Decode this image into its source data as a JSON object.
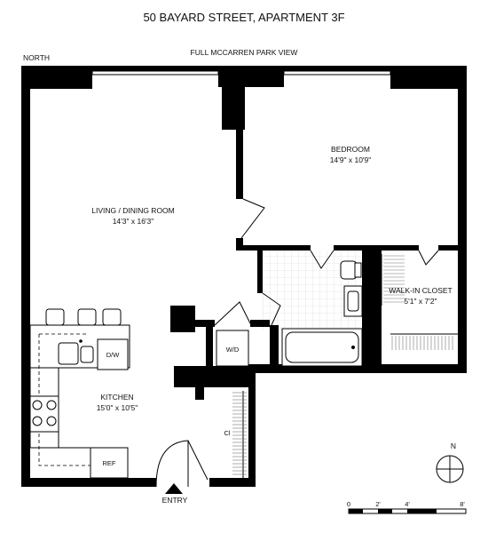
{
  "header": {
    "title": "50 BAYARD STREET, APARTMENT 3F",
    "view_label": "FULL MCCARREN PARK VIEW",
    "north_label": "NORTH"
  },
  "rooms": {
    "living": {
      "name": "LIVING / DINING ROOM",
      "dims": "14'3\" x 16'3\""
    },
    "bedroom": {
      "name": "BEDROOM",
      "dims": "14'9\" x 10'9\""
    },
    "closet": {
      "name": "WALK-IN CLOSET",
      "dims": "5'1\" x 7'2\""
    },
    "kitchen": {
      "name": "KITCHEN",
      "dims": "15'0\" x 10'5\""
    }
  },
  "fixtures": {
    "dishwasher": "D/W",
    "washer_dryer": "W/D",
    "refrigerator": "REF",
    "closet_small": "Cl"
  },
  "entry_label": "ENTRY",
  "compass_label": "N",
  "scale": {
    "ticks": [
      "0",
      "2'",
      "4'",
      "8'"
    ]
  }
}
